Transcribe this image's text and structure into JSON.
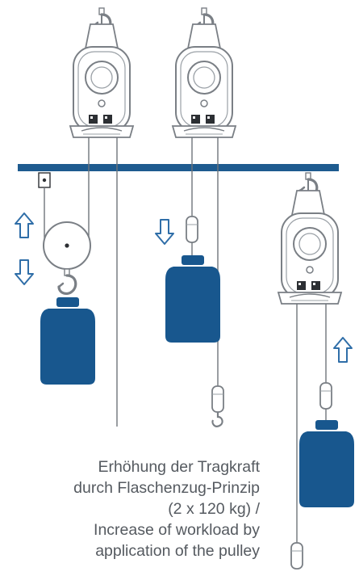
{
  "caption": {
    "lines": [
      "Erhöhung der Tragkraft",
      "durch Flaschenzug-Prinzip",
      "(2 x 120 kg) /",
      "Increase of workload by",
      "application of the pulley"
    ]
  },
  "colors": {
    "beam": "#1e5b8f",
    "weight": "#18578e",
    "arrow_outline": "#2f6ea8",
    "hoist_outline": "#7a7f85",
    "rope": "#6f747a",
    "caption": "#555a60"
  },
  "icons": [
    "arrow-up-icon",
    "arrow-down-icon",
    "hook-icon",
    "hoist-icon",
    "weight-icon",
    "pulley-icon"
  ]
}
